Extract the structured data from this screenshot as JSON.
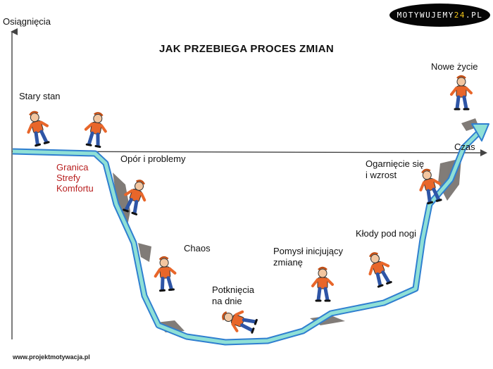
{
  "title": "JAK PRZEBIEGA PROCES ZMIAN",
  "axis_y_label": "Osiągnięcia",
  "axis_x_label": "Czas",
  "stages": [
    {
      "key": "stary-stan",
      "text": "Stary stan"
    },
    {
      "key": "opor",
      "text": "Opór i problemy"
    },
    {
      "key": "chaos",
      "text": "Chaos"
    },
    {
      "key": "potkniecia",
      "text": "Potknięcia\nna dnie"
    },
    {
      "key": "pomysl",
      "text": "Pomysł inicjujący\nzmianę"
    },
    {
      "key": "klody",
      "text": "Kłody pod nogi"
    },
    {
      "key": "ogarniecie",
      "text": "Ogarnięcie się\ni wzrost"
    },
    {
      "key": "nowe-zycie",
      "text": "Nowe życie"
    }
  ],
  "comfort_zone": "Granica\nStrefy\nKomfortu",
  "logo": {
    "main": "MOTYWUJEMY",
    "accent": "24",
    "suffix": ".PL"
  },
  "footer": "www.projektmotywacja.pl",
  "colors": {
    "curve_fill": "#8fe0d6",
    "curve_stroke": "#2f7fd0",
    "figure_shirt": "#e8662a",
    "figure_pants": "#2e55a6",
    "comfort_label": "#b81f1f"
  }
}
